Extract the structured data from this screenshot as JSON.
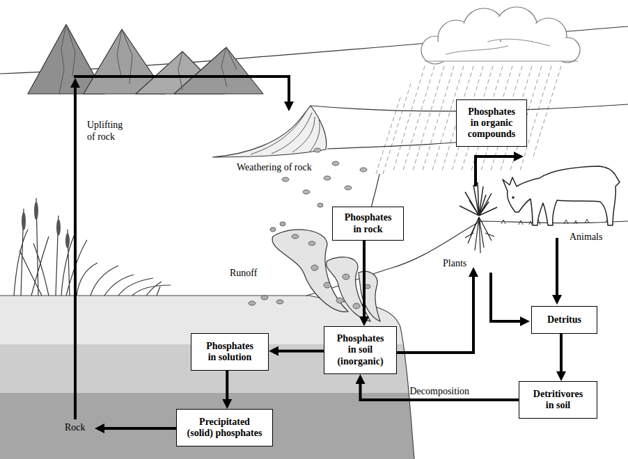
{
  "diagram": {
    "nodes": [
      {
        "text": [
          "Phosphates in organic compounds"
        ]
      },
      {
        "text": [
          "Phosphates in rock"
        ]
      },
      {
        "text": [
          "Detritus"
        ]
      },
      {
        "text": [
          "Phosphates in soil (inorganic)"
        ]
      },
      {
        "text": [
          "Phosphates in solution"
        ]
      },
      {
        "text": [
          "Detritivores in soil"
        ]
      },
      {
        "text": [
          "Precipitated (solid) phosphates"
        ]
      }
    ],
    "edges": [
      {
        "from": 1,
        "to": 3,
        "arrow": "to"
      },
      {
        "from": 3,
        "to": 4,
        "arrow": "to"
      },
      {
        "from": 4,
        "to": 6,
        "arrow": "to"
      },
      {
        "from": 2,
        "to": 5,
        "arrow": "to"
      },
      {
        "from": 5,
        "to": 3,
        "label": "Decomposition",
        "arrow": "to"
      }
    ],
    "labels": [
      "Uplifting of rock",
      "Weathering of rock",
      "Runoff",
      "Plants",
      "Animals",
      "Rock"
    ]
  }
}
